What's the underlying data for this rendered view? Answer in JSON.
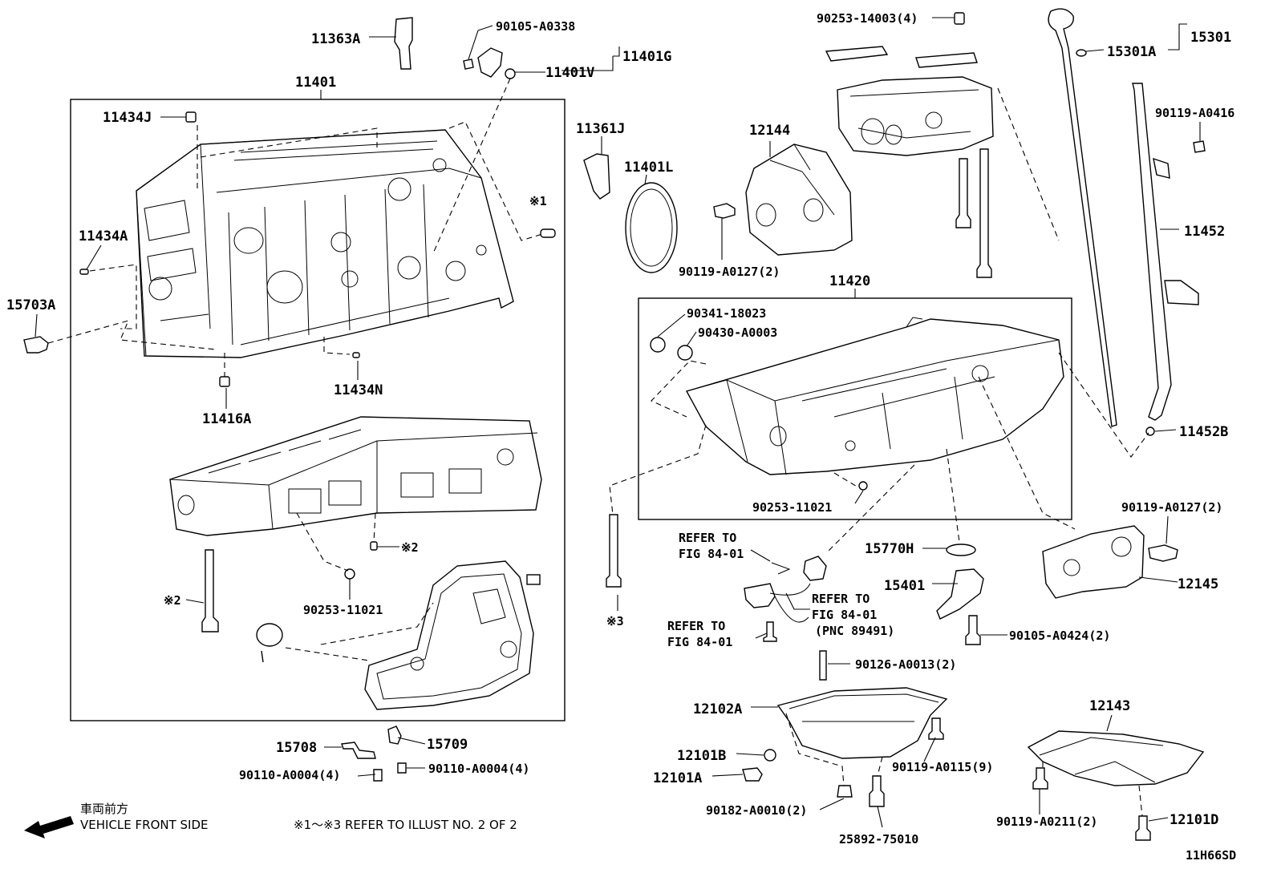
{
  "diagram_id": "11H66SD",
  "parts": {
    "p11363A": "11363A",
    "p90105A0338": "90105-A0338",
    "p11401G": "11401G",
    "p11401V": "11401V",
    "p11401": "11401",
    "p11434J": "11434J",
    "p11434A": "11434A",
    "p15703A": "15703A",
    "p11434N": "11434N",
    "p11416A": "11416A",
    "p9025311021a": "90253-11021",
    "p90253_11021b": "90253-11021",
    "p11361J": "11361J",
    "p11401L": "11401L",
    "p12144": "12144",
    "p90119A0127_2a": "90119-A0127(2)",
    "p90253_14003": "90253-14003(4)",
    "p15301": "15301",
    "p15301A": "15301A",
    "p90119A0416": "90119-A0416",
    "p11452": "11452",
    "p11420": "11420",
    "p90341_18023": "90341-18023",
    "p90430_A0003": "90430-A0003",
    "p11452B": "11452B",
    "p90119A0127_2b": "90119-A0127(2)",
    "p12145": "12145",
    "p15770H": "15770H",
    "p15401": "15401",
    "p90105A0424": "90105-A0424(2)",
    "p90126A0013": "90126-A0013(2)",
    "p12102A": "12102A",
    "p12101B": "12101B",
    "p12101A": "12101A",
    "p90119A0115": "90119-A0115(9)",
    "p90182A0010": "90182-A0010(2)",
    "p25892_75010": "25892-75010",
    "p12143": "12143",
    "p90119A0211": "90119-A0211(2)",
    "p12101D": "12101D",
    "p15708": "15708",
    "p15709": "15709",
    "p90110A0004a": "90110-A0004(4)",
    "p90110A0004b": "90110-A0004(4)"
  },
  "marks": {
    "m1": "※1",
    "m2a": "※2",
    "m2b": "※2",
    "m3": "※3"
  },
  "refers": {
    "r1_line1": "REFER TO",
    "r1_line2": "FIG 84-01",
    "r2_line1": "REFER TO",
    "r2_line2": "FIG 84-01",
    "r2_line3": "(PNC 89491)",
    "r3_line1": "REFER TO",
    "r3_line2": "FIG 84-01"
  },
  "notes": {
    "front_jp": "車両前方",
    "front_en": "VEHICLE FRONT SIDE",
    "illust_ref": "※1～※3  REFER TO ILLUST NO. 2 OF 2"
  }
}
